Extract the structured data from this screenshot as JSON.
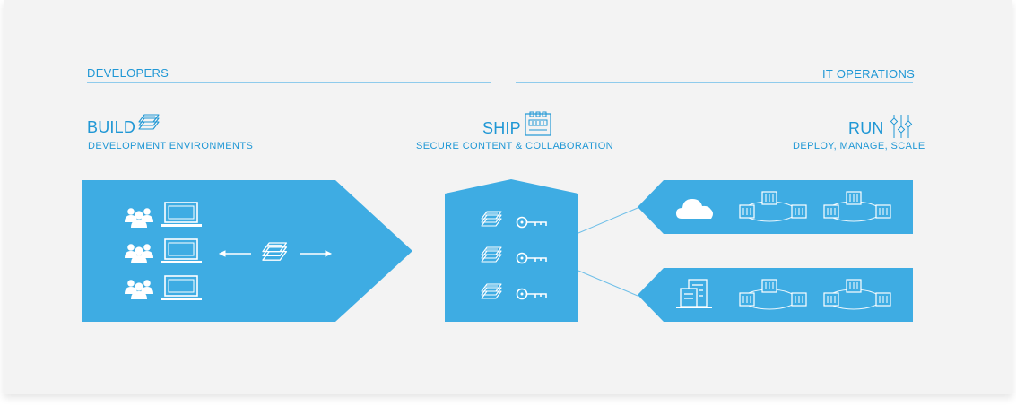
{
  "colors": {
    "panel_bg": "#f3f3f3",
    "accent": "#1f97d5",
    "shape_fill": "#3eace3",
    "line": "#8fcbec",
    "icon_stroke": "#ffffff"
  },
  "sections": {
    "developers": "DEVELOPERS",
    "it_operations": "IT OPERATIONS"
  },
  "stages": {
    "build": {
      "title": "BUILD",
      "subtitle": "DEVELOPMENT ENVIRONMENTS",
      "icon": "layers-icon"
    },
    "ship": {
      "title": "SHIP",
      "subtitle": "SECURE CONTENT & COLLABORATION",
      "icon": "registry-icon"
    },
    "run": {
      "title": "RUN",
      "subtitle": "DEPLOY, MANAGE, SCALE",
      "icon": "settings-nodes-icon"
    }
  },
  "icons": {
    "build_rows": [
      "users-icon",
      "laptop-icon"
    ],
    "build_center": [
      "arrow-left-icon",
      "layers-icon",
      "arrow-right-icon"
    ],
    "ship_rows": [
      "layers-icon",
      "key-icon"
    ],
    "run_top": [
      "cloud-icon",
      "container-cluster-icon"
    ],
    "run_bottom": [
      "datacenter-icon",
      "container-cluster-icon"
    ]
  }
}
